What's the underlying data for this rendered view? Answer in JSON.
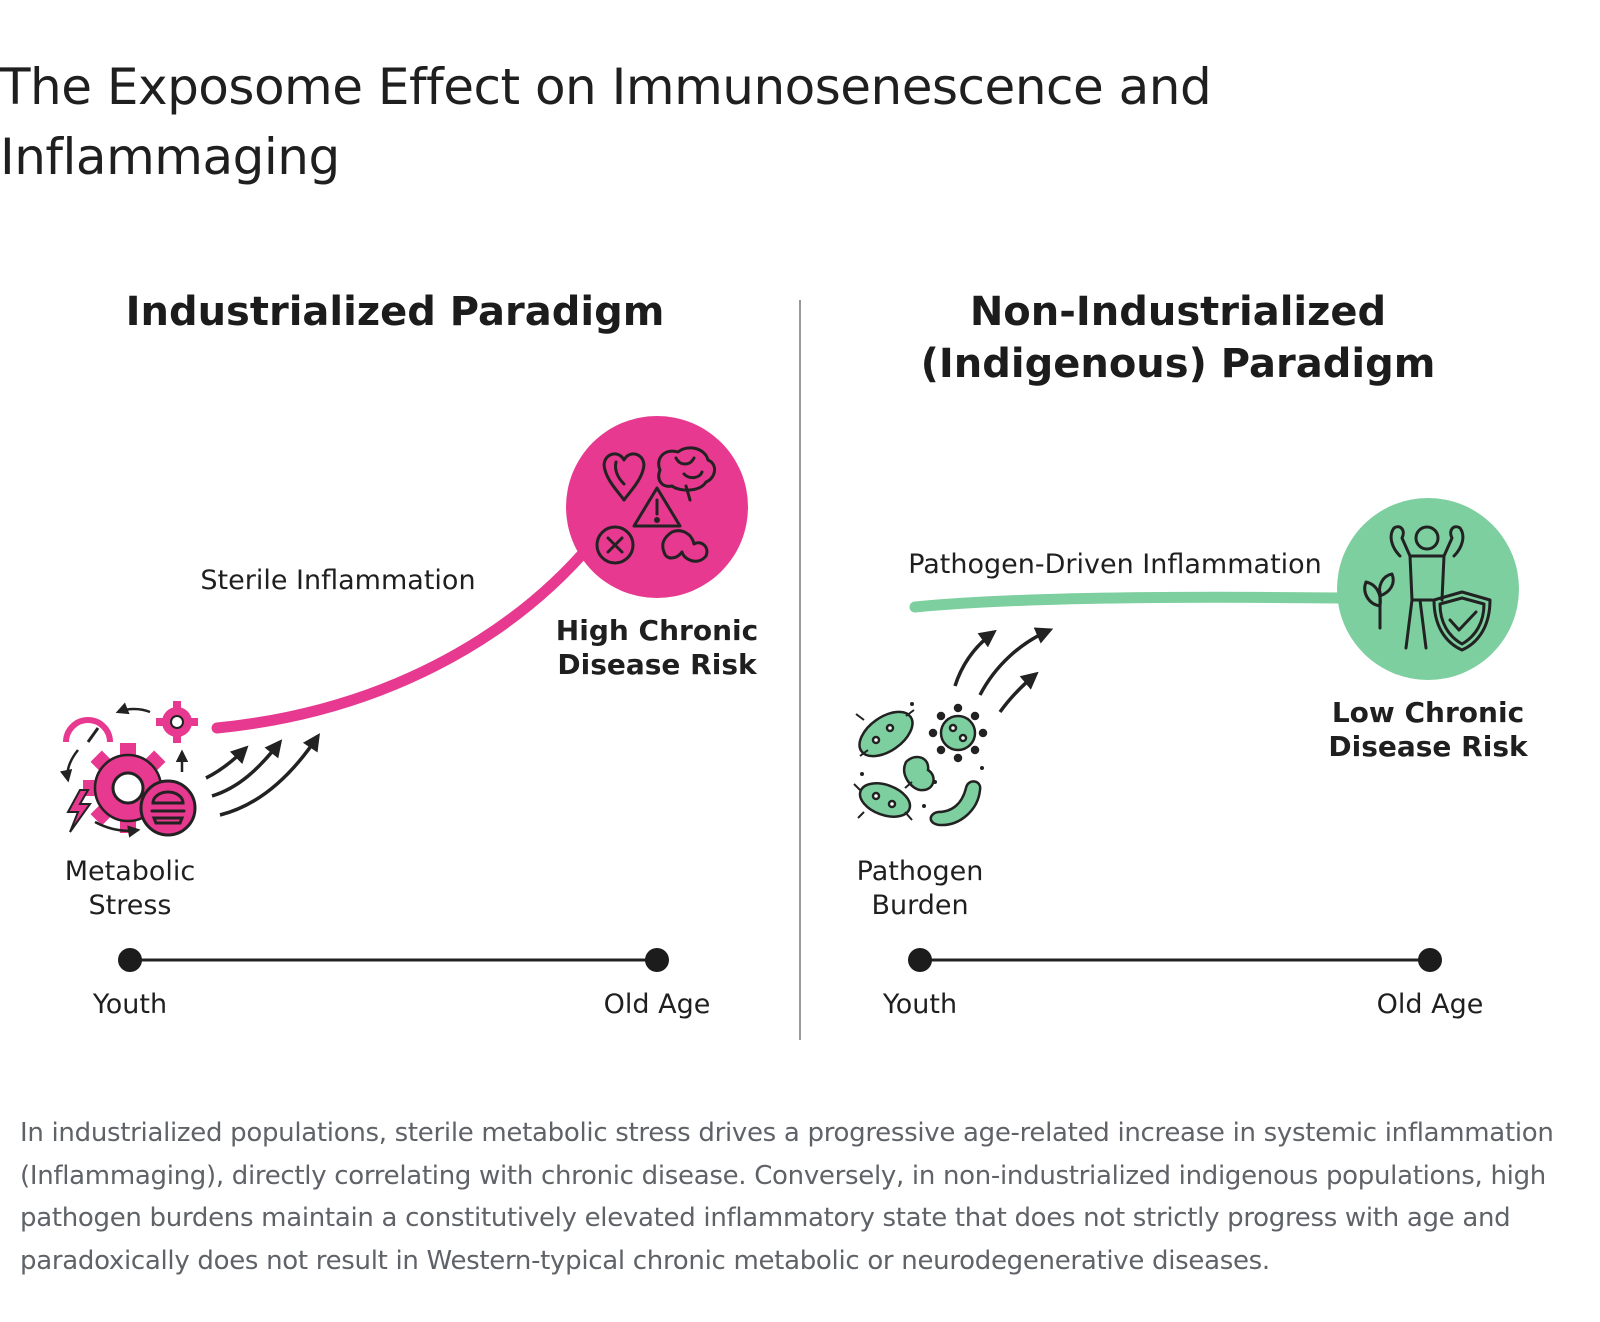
{
  "title": "The Exposome Effect on Immunosenescence and Inflammaging",
  "left_panel": {
    "title": "Industrialized Paradigm",
    "curve_label": "Sterile Inflammation",
    "start_label": "Metabolic\nStress",
    "end_label": "High Chronic\nDisease Risk",
    "axis_start": "Youth",
    "axis_end": "Old Age",
    "start_icon": "metabolic-stress-icon",
    "end_icon": "chronic-disease-icon",
    "color": "#e7398f"
  },
  "right_panel": {
    "title": "Non-Industrialized\n(Indigenous) Paradigm",
    "curve_label": "Pathogen-Driven Inflammation",
    "start_label": "Pathogen\nBurden",
    "end_label": "Low Chronic\nDisease Risk",
    "axis_start": "Youth",
    "axis_end": "Old Age",
    "start_icon": "pathogens-icon",
    "end_icon": "healthy-person-shield-icon",
    "color": "#7dcf9f"
  },
  "caption": "In industrialized populations, sterile metabolic stress drives a progressive age-related increase in systemic inflammation (Inflammaging), directly correlating with chronic disease. Conversely, in non-industrialized indigenous populations, high pathogen burdens maintain a constitutively elevated inflammatory state that does not strictly progress with age and paradoxically does not result in Western-typical chronic metabolic or neurodegenerative diseases."
}
